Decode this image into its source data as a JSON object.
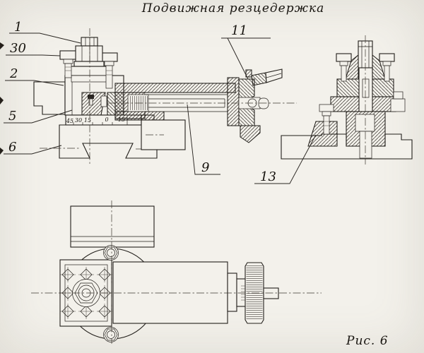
{
  "title": "Подвижная резцедержка",
  "figure_caption": "Рис. 6",
  "callouts": {
    "1": "1",
    "30": "30",
    "2": "2",
    "5": "5",
    "6": "6",
    "11": "11",
    "9": "9",
    "13": "13"
  },
  "angle_scale": [
    "45",
    "30",
    "15",
    "0",
    "15"
  ],
  "colors": {
    "paper": "#f3f1eb",
    "ink": "#211e1a"
  }
}
